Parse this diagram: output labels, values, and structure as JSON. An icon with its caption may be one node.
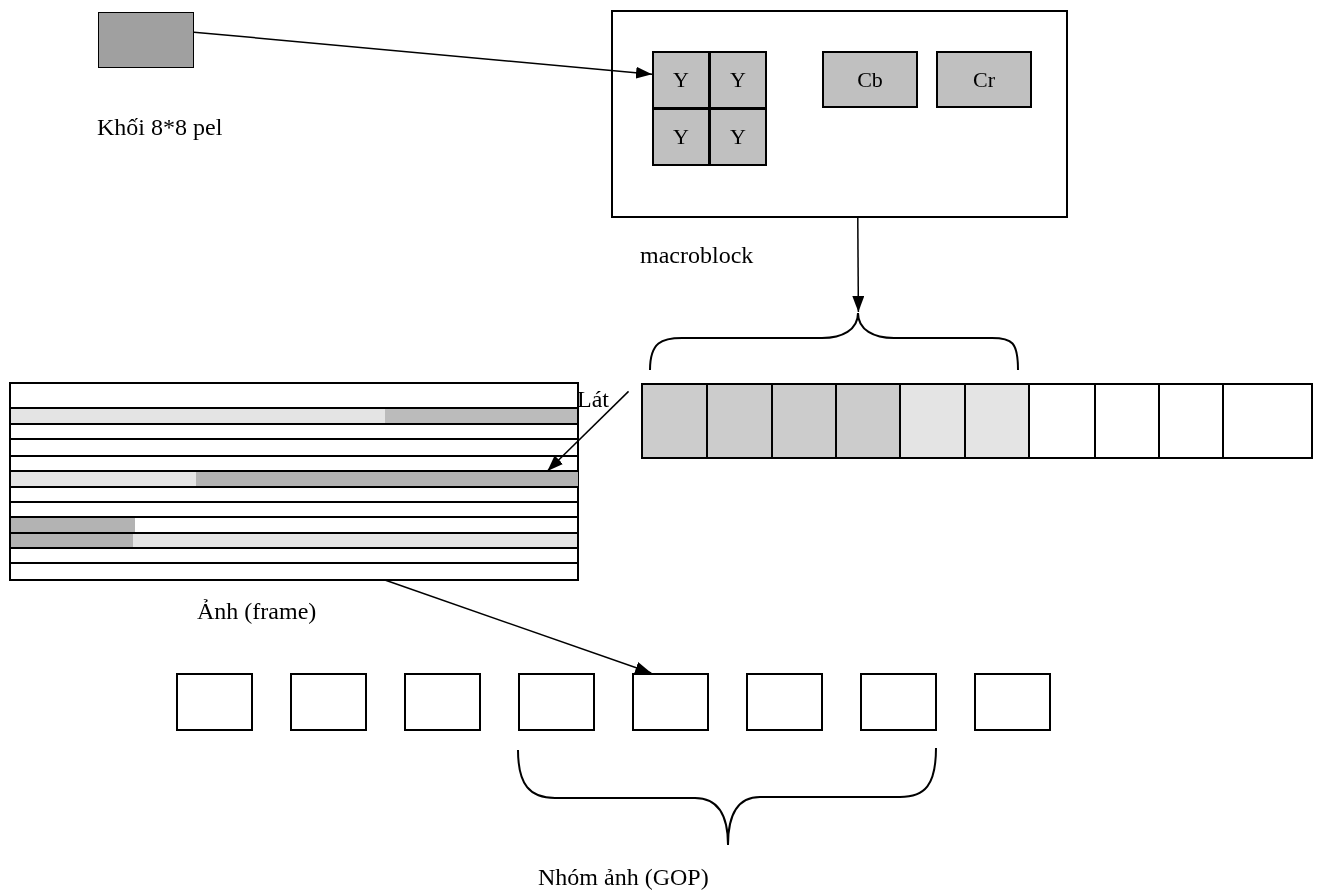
{
  "diagram": {
    "nodes": [
      {
        "text": [],
        "shape": "box",
        "beside": [
          "Khối 8*8 pel"
        ]
      },
      {
        "text": [],
        "shape": "box",
        "beside": [
          "macroblock"
        ]
      },
      {
        "text": [
          "Y"
        ],
        "in": 1
      },
      {
        "text": [
          "Y"
        ],
        "in": 1
      },
      {
        "text": [
          "Y"
        ],
        "in": 1
      },
      {
        "text": [
          "Y"
        ],
        "in": 1
      },
      {
        "text": [
          "Cb"
        ],
        "in": 1
      },
      {
        "text": [
          "Cr"
        ],
        "in": 1
      },
      {
        "text": [],
        "shape": "bar",
        "beside": [
          "Lát"
        ]
      },
      {
        "text": [],
        "shape": "box",
        "beside": [
          "Ảnh (frame)"
        ]
      },
      {
        "text": [],
        "shape": "bar",
        "in": 9
      },
      {
        "text": [],
        "shape": "box"
      },
      {
        "text": [],
        "shape": "box"
      },
      {
        "text": [],
        "shape": "box"
      },
      {
        "text": [],
        "shape": "box"
      },
      {
        "text": [],
        "shape": "box"
      },
      {
        "text": [],
        "shape": "box"
      },
      {
        "text": [],
        "shape": "box"
      },
      {
        "text": [],
        "shape": "box"
      }
    ],
    "edges": [
      {
        "from": 0,
        "to": 2,
        "arrow": "to"
      },
      {
        "from": 1,
        "to": 8,
        "arrow": "to"
      },
      {
        "from": 8,
        "to": 10,
        "arrow": "to"
      },
      {
        "from": 9,
        "to": 15,
        "arrow": "to"
      }
    ],
    "labels": [
      "Nhóm ảnh (GOP)"
    ]
  }
}
